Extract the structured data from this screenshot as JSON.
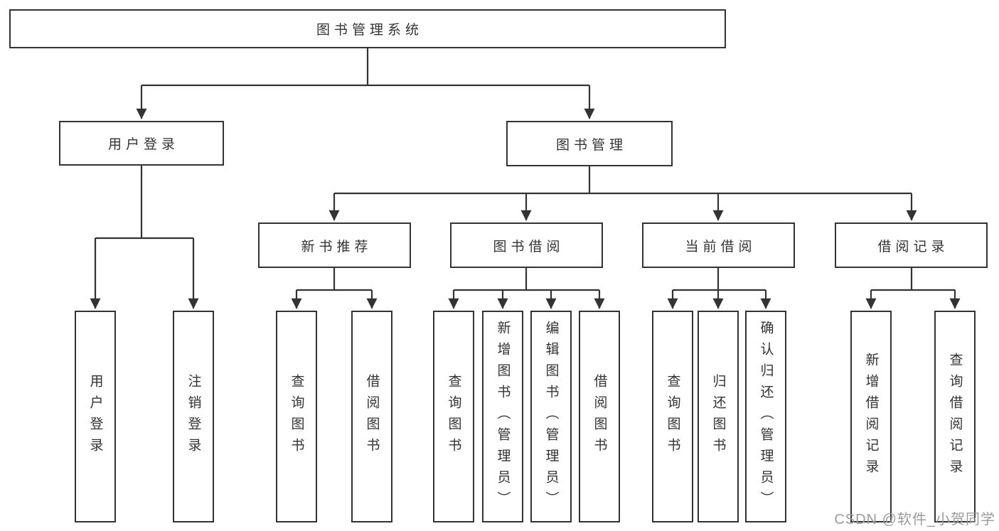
{
  "diagram": {
    "title": "图书管理系统",
    "colors": {
      "line": "#333333",
      "text": "#333333",
      "background": "#ffffff",
      "watermark": "#9b9b9b"
    },
    "root": {
      "label": "图书管理系统"
    },
    "level2": [
      {
        "label": "用户登录"
      },
      {
        "label": "图书管理"
      }
    ],
    "level3": [
      {
        "label": "新书推荐"
      },
      {
        "label": "图书借阅"
      },
      {
        "label": "当前借阅"
      },
      {
        "label": "借阅记录"
      }
    ],
    "leaves": [
      {
        "label": "用户登录"
      },
      {
        "label": "注销登录"
      },
      {
        "label": "查询图书"
      },
      {
        "label": "借阅图书"
      },
      {
        "label": "查询图书"
      },
      {
        "label": "新增图书（管理员）"
      },
      {
        "label": "编辑图书（管理员）"
      },
      {
        "label": "借阅图书"
      },
      {
        "label": "查询图书"
      },
      {
        "label": "归还图书"
      },
      {
        "label": "确认归还（管理员）"
      },
      {
        "label": "新增借阅记录"
      },
      {
        "label": "查询借阅记录"
      }
    ],
    "watermark": "CSDN @软件_小贺同学"
  }
}
